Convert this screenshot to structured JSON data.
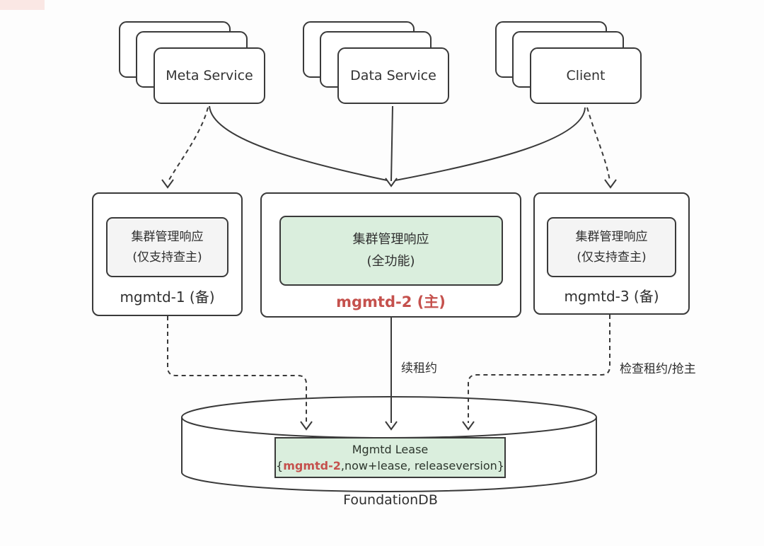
{
  "palette": {
    "bg": "#fdfdfd",
    "line": "#3a3a3a",
    "green": "#daeedd",
    "gray": "#f4f4f4",
    "red": "#c5514d",
    "marker": "#fae7e4"
  },
  "stacks": [
    {
      "id": "meta-service",
      "label": "Meta Service"
    },
    {
      "id": "data-service",
      "label": "Data Service"
    },
    {
      "id": "client",
      "label": "Client"
    }
  ],
  "nodes": [
    {
      "id": "mgmtd-1",
      "role": "backup",
      "inner_line1": "集群管理响应",
      "inner_line2": "(仅支持查主)",
      "label": "mgmtd-1 (备)"
    },
    {
      "id": "mgmtd-2",
      "role": "primary",
      "inner_line1": "集群管理响应",
      "inner_line2": "(全功能)",
      "label": "mgmtd-2 (主)"
    },
    {
      "id": "mgmtd-3",
      "role": "backup",
      "inner_line1": "集群管理响应",
      "inner_line2": "(仅支持查主)",
      "label": "mgmtd-3 (备)"
    }
  ],
  "edges": {
    "renew_label": "续租约",
    "check_label": "检查租约/抢主"
  },
  "database": {
    "name": "FoundationDB",
    "lease_title": "Mgmtd Lease",
    "lease_prefix": "{",
    "lease_holder": "mgmtd-2",
    "lease_rest": ",now+lease, releaseversion}"
  }
}
